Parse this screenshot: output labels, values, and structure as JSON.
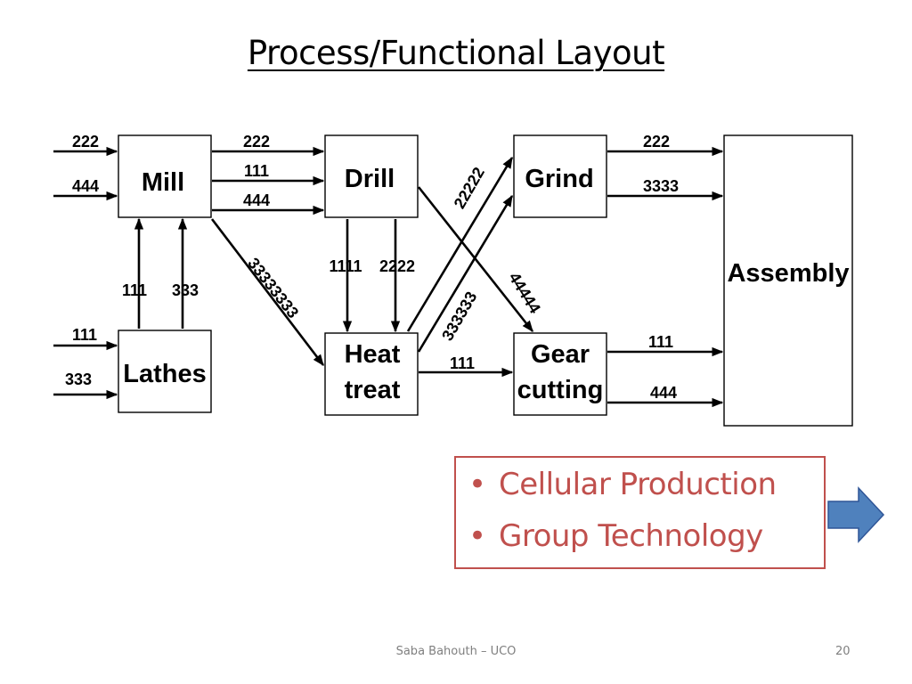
{
  "title": "Process/Functional Layout",
  "departments": {
    "mill": "Mill",
    "drill": "Drill",
    "grind": "Grind",
    "lathes": "Lathes",
    "heat_treat": [
      "Heat",
      "treat"
    ],
    "gear_cutting": [
      "Gear",
      "cutting"
    ],
    "assembly": "Assembly"
  },
  "flow_labels": {
    "in_mill_top": "222",
    "in_mill_bottom": "444",
    "in_lathes_top": "111",
    "in_lathes_bottom": "333",
    "mill_drill_top": "222",
    "mill_drill_mid": "111",
    "mill_drill_bottom": "444",
    "lathes_mill_left": "111",
    "lathes_mill_right": "333",
    "mill_heat": "33333333",
    "drill_heat_left": "1111",
    "drill_heat_right": "2222",
    "heat_grind_a": "22222",
    "heat_grind_b": "333333",
    "drill_gear": "44444",
    "heat_gear": "111",
    "grind_asm_top": "222",
    "grind_asm_bottom": "3333",
    "gear_asm_top": "111",
    "gear_asm_bottom": "444"
  },
  "note": {
    "items": [
      "Cellular Production",
      "Group Technology"
    ],
    "accent_color": "#c0504d",
    "arrow_color": "#4f81bd"
  },
  "footer": {
    "author": "Saba Bahouth – UCO",
    "page": "20"
  }
}
